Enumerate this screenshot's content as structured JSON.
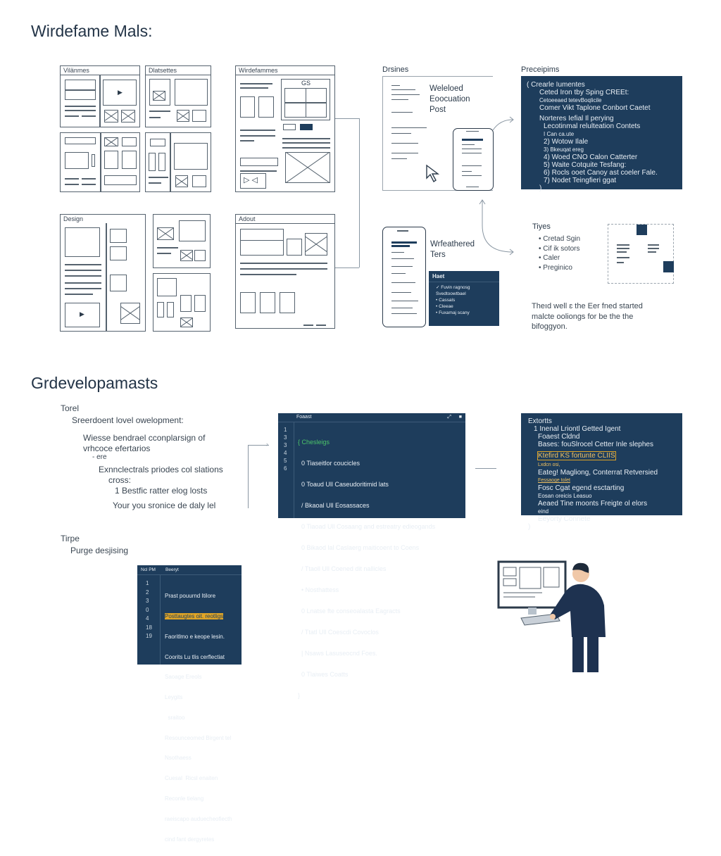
{
  "section1": {
    "title": "Wirdefame Mals:"
  },
  "wireframes": {
    "panel_a_label": "Vilänmes",
    "panel_b_label": "Dlatsettes",
    "panel_c_label": "Wirdefammes",
    "panel_c_badge": "GS",
    "panel_d_label": "Design",
    "panel_e_label": "Adout"
  },
  "designs": {
    "label": "Drsines",
    "heading": [
      "Weleloed",
      "Eoocuation",
      "Post"
    ]
  },
  "precepts": {
    "label": "Preceipims",
    "lines": [
      "( Crearle Iumentes",
      "Ceted Iron tby Sping CREEt:",
      "Cetoeeaed tetevBoqlicile",
      "Comer Vikt Taplone Conbort Caetet",
      "Norteres Iefial Il perying",
      "Lecotinmal relulteation Contets",
      "I Can ca.ute",
      "2) Wotow Ilale",
      "3) Bkeuqat ereg",
      "4) Woed CNO Calon Catterter",
      "5) Waite Cotquite Tesfang:",
      "6) Rocls ooet Canoy ast coeler Fale.",
      "7) Nodet Teingfieri ggat",
      ")"
    ]
  },
  "mobile": {
    "heading": [
      "Wrfeathered",
      "Ters"
    ],
    "panel_title": "Haet",
    "panel_items": [
      "✓ Fuvin ragnosg",
      "Svedtoowtbael",
      "• Cassals",
      "• Cleeae",
      "• Fuxamaj scany"
    ]
  },
  "types": {
    "label": "Tiyes",
    "items": [
      "Cretad Sgin",
      "Cif ik sotors",
      "Caler",
      "Preginico"
    ],
    "paragraph": [
      "Theıd well ɛ the Eer fned started",
      "malcte ooliongs for be the the",
      "bifoggyon."
    ]
  },
  "section2": {
    "title": "Grdevelopamasts"
  },
  "tool": {
    "label": "Torel",
    "lines": [
      "Sreerdoent lovel owelopment:",
      "Wiesse bendrael cconplarsign of",
      "vrhcoce efertarios",
      "- ere",
      "Exnnclectrals priodes col slations",
      "cross:",
      "1 Bestfic ratter elog losts",
      "Your you sronice de daly lel"
    ]
  },
  "code1": {
    "header": "Foaast",
    "line_numbers": [
      "1",
      "3",
      "3",
      "4",
      "5",
      "6"
    ],
    "lines": [
      "{ Chesleigs",
      "  0 Tiaseitlor coucicles",
      "  0 Toaud Ull Caseudoritimid lats",
      "  / Bkaoal Ull Eosassaces",
      "  0 Tiaoad Ull Cosaang and estreatry edieogands",
      "  0 Bikaod lal Caslaerg maiticoent to Coens",
      "  / Ttaoll Ull Coened dit nallicles",
      "  • Nosthattess",
      "  0 Lnatse fte conseoalasta Eagracts",
      "  / Ttatl Ull Coescdi Covoclos",
      "  | Nsaws Lasuseocnd Foes.",
      "  0 Tlaiwes Coatts",
      "}"
    ]
  },
  "code2": {
    "lines": [
      "Extortts",
      "1 Inenal Lriontl Getted Igent",
      "Foaest Cldnd",
      "Bases: fouSlrocel Cetter Inle slephes",
      "Ktefird KS fortunte CLIIS",
      "Lxdcn osi,",
      "Eateg! Magliong, Conterrat Retversied",
      "Fessaoge tolet",
      "Fosc Cgat egend esctarting",
      "Eosan oreicis Leasuo",
      "Aeaed Tine moonts Freigte ol elors",
      "eind",
      "Eeyorty Connete",
      ")"
    ],
    "highlighted": [
      4,
      7
    ]
  },
  "type_section": {
    "label": "Tirpe",
    "sub": "Purge desjising"
  },
  "code3": {
    "header_left": "Ncl PM",
    "header_right": "Beeryt",
    "line_numbers": [
      "1",
      "2",
      "3",
      "0",
      "4",
      "18",
      "19"
    ],
    "lines": [
      "Prast pouurnd Itilore",
      "Posttaugtes oit. reotligs",
      "Faoritlmo e keope lesin.",
      "Coorits Lu tlis cerflectiat",
      "Saoage Ereols",
      "Leygits",
      "  sraitoo",
      "Resounceomed Birgent tel",
      "Nsothaess",
      "Cuesal  Ricsl enaiten",
      "Reconle tielang",
      "raeiscapo auduecheofiecth",
      "cind fant dergyretes"
    ],
    "highlighted": [
      1
    ]
  },
  "colors": {
    "navy": "#1e3d5c",
    "highlight": "#e0a526",
    "green": "#4cc46a"
  }
}
